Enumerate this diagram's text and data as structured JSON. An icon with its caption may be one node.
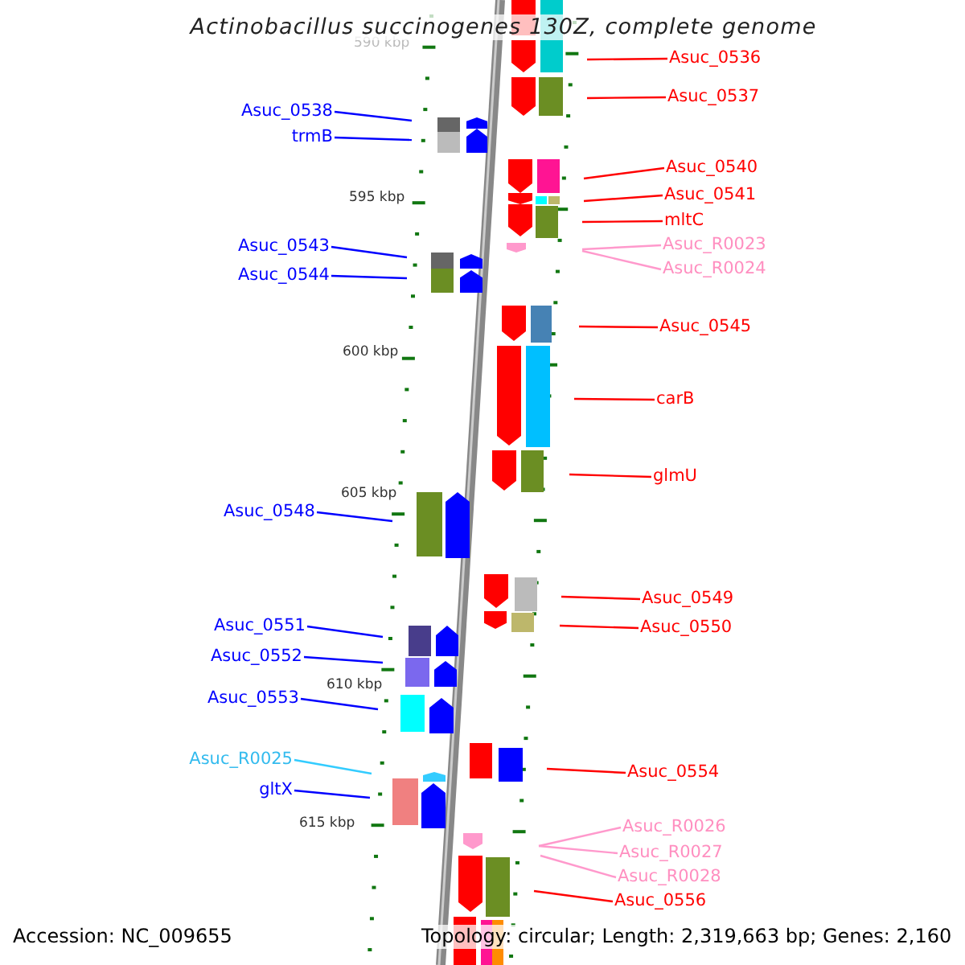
{
  "diagram": {
    "title": "Actinobacillus succinogenes 130Z, complete genome",
    "nodes": [
      {
        "text": [
          "Asuc_0536"
        ]
      },
      {
        "text": [
          "Asuc_0537"
        ]
      },
      {
        "text": [
          "Asuc_0538"
        ]
      },
      {
        "text": [
          "trmB"
        ]
      },
      {
        "text": [
          "Asuc_0540"
        ]
      },
      {
        "text": [
          "Asuc_0541"
        ]
      },
      {
        "text": [
          "mltC"
        ]
      },
      {
        "text": [
          "Asuc_R0023"
        ]
      },
      {
        "text": [
          "Asuc_0543"
        ]
      },
      {
        "text": [
          "Asuc_R0024"
        ]
      },
      {
        "text": [
          "Asuc_0544"
        ]
      },
      {
        "text": [
          "Asuc_0545"
        ]
      },
      {
        "text": [
          "carB"
        ]
      },
      {
        "text": [
          "glmU"
        ]
      },
      {
        "text": [
          "Asuc_0548"
        ]
      },
      {
        "text": [
          "Asuc_0549"
        ]
      },
      {
        "text": [
          "Asuc_0550"
        ]
      },
      {
        "text": [
          "Asuc_0551"
        ]
      },
      {
        "text": [
          "Asuc_0552"
        ]
      },
      {
        "text": [
          "Asuc_0553"
        ]
      },
      {
        "text": [
          "Asuc_R0025"
        ]
      },
      {
        "text": [
          "Asuc_0554"
        ]
      },
      {
        "text": [
          "gltX"
        ]
      },
      {
        "text": [
          "Asuc_R0026"
        ]
      },
      {
        "text": [
          "Asuc_R0027"
        ]
      },
      {
        "text": [
          "Asuc_R0028"
        ]
      },
      {
        "text": [
          "Asuc_0556"
        ]
      }
    ],
    "edges": [
      {
        "from": 0,
        "to": null,
        "arrow": "none"
      },
      {
        "from": 1,
        "to": null,
        "arrow": "none"
      },
      {
        "from": 2,
        "to": null,
        "arrow": "none",
        "color": "#0000ff"
      },
      {
        "from": 3,
        "to": null,
        "arrow": "none",
        "color": "#0000ff"
      },
      {
        "from": 4,
        "to": null,
        "arrow": "none"
      },
      {
        "from": 5,
        "to": null,
        "arrow": "none"
      },
      {
        "from": 6,
        "to": null,
        "arrow": "none"
      },
      {
        "from": 7,
        "to": null,
        "arrow": "none",
        "color": "#ff99cc"
      },
      {
        "from": 8,
        "to": null,
        "arrow": "none",
        "color": "#0000ff"
      },
      {
        "from": 9,
        "to": null,
        "arrow": "none",
        "color": "#ff99cc"
      },
      {
        "from": 10,
        "to": null,
        "arrow": "none",
        "color": "#0000ff"
      },
      {
        "from": 11,
        "to": null,
        "arrow": "none"
      },
      {
        "from": 12,
        "to": null,
        "arrow": "none"
      },
      {
        "from": 13,
        "to": null,
        "arrow": "none"
      },
      {
        "from": 14,
        "to": null,
        "arrow": "none",
        "color": "#0000ff"
      },
      {
        "from": 15,
        "to": null,
        "arrow": "none"
      },
      {
        "from": 16,
        "to": null,
        "arrow": "none"
      },
      {
        "from": 17,
        "to": null,
        "arrow": "none",
        "color": "#0000ff"
      },
      {
        "from": 18,
        "to": null,
        "arrow": "none",
        "color": "#0000ff"
      },
      {
        "from": 19,
        "to": null,
        "arrow": "none",
        "color": "#0000ff"
      },
      {
        "from": 20,
        "to": null,
        "arrow": "none",
        "color": "#33ccff"
      },
      {
        "from": 21,
        "to": null,
        "arrow": "none"
      },
      {
        "from": 22,
        "to": null,
        "arrow": "none",
        "color": "#0000ff"
      },
      {
        "from": 23,
        "to": null,
        "arrow": "none",
        "color": "#ff99cc"
      },
      {
        "from": 24,
        "to": null,
        "arrow": "none",
        "color": "#ff99cc"
      },
      {
        "from": 25,
        "to": null,
        "arrow": "none",
        "color": "#ff99cc"
      },
      {
        "from": 26,
        "to": null,
        "arrow": "none"
      }
    ],
    "labels": [
      "590 kbp",
      "595 kbp",
      "600 kbp",
      "605 kbp",
      "610 kbp",
      "615 kbp",
      "Accession: NC_009655",
      "Topology: circular; Length: 2,319,663 bp; Genes: 2,160"
    ]
  }
}
